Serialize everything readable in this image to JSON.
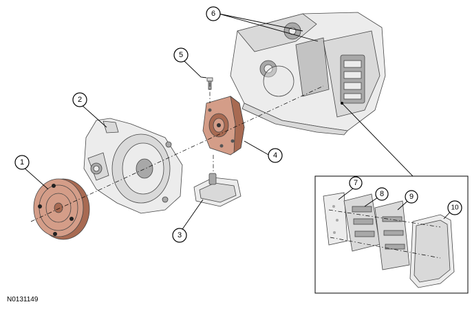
{
  "figure": {
    "reference_code": "N0131149",
    "callouts": [
      {
        "id": "1",
        "label": "1"
      },
      {
        "id": "2",
        "label": "2"
      },
      {
        "id": "3",
        "label": "3"
      },
      {
        "id": "4",
        "label": "4"
      },
      {
        "id": "5",
        "label": "5"
      },
      {
        "id": "6",
        "label": "6"
      },
      {
        "id": "7",
        "label": "7"
      },
      {
        "id": "8",
        "label": "8"
      },
      {
        "id": "9",
        "label": "9"
      },
      {
        "id": "10",
        "label": "10"
      }
    ],
    "colors": {
      "highlight": "#d49d88",
      "highlight_dark": "#a86a52",
      "part_gray": "#d9d9d9",
      "line": "#000000"
    }
  }
}
